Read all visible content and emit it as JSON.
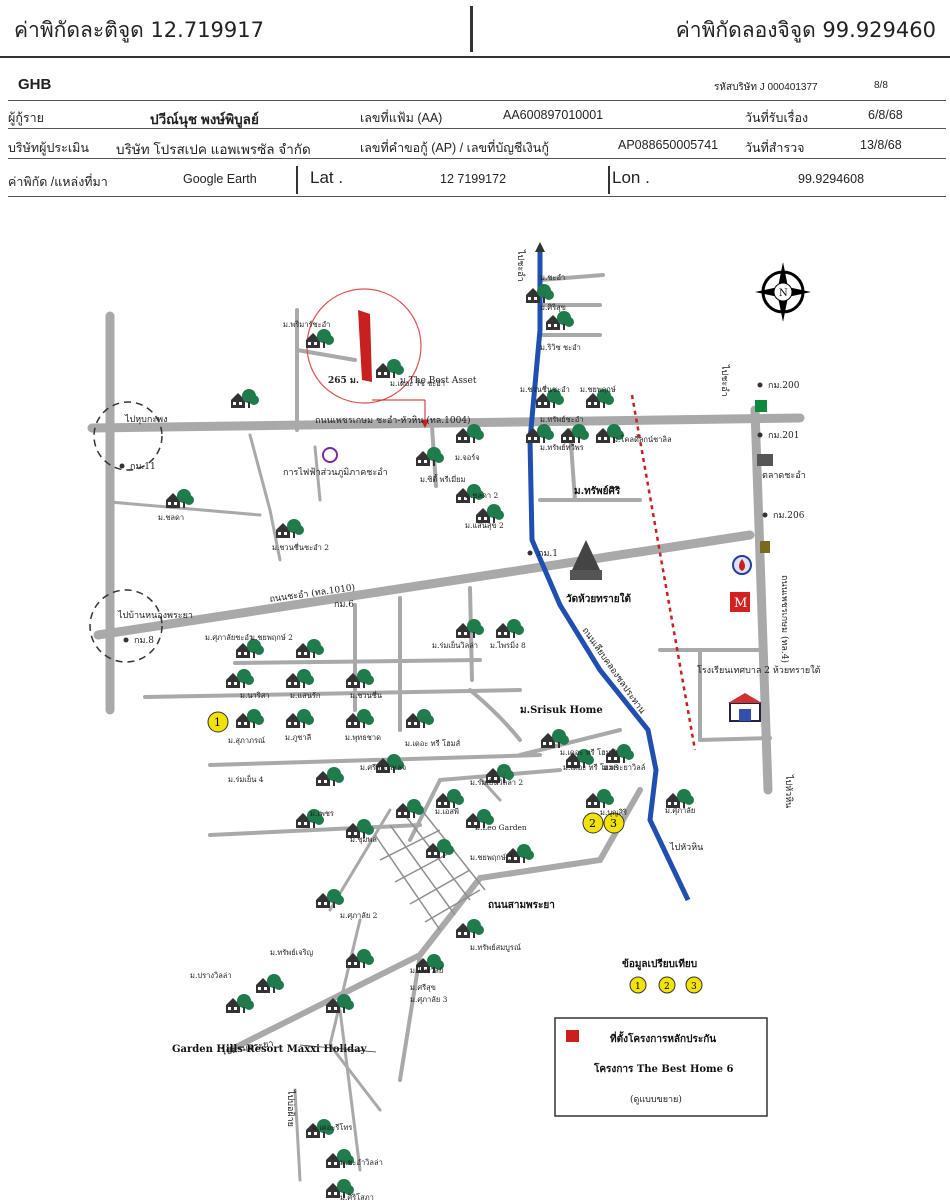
{
  "header": {
    "lat_text": "ค่าพิกัดละติจูด 12.719917",
    "lon_text": "ค่าพิกัดลองจิจูด 99.929460"
  },
  "form": {
    "bank": "GHB",
    "company_code": "รหัสบริษัท J 000401377",
    "page": "8/8",
    "borrower_label": "ผู้กู้ราย",
    "borrower_name": "ปวีณ์นุช พงษ์พิบูลย์",
    "file_no_label": "เลขที่แฟ้ม (AA)",
    "file_no": "AA600897010001",
    "received_label": "วันที่รับเรื่อง",
    "received_date": "6/8/68",
    "appraiser_label": "บริษัทผู้ประเมิน",
    "appraiser_name": "บริษัท โปรสเปค แอพเพรซัล จำกัด",
    "request_label": "เลขที่คำขอกู้ (AP) / เลขที่บัญชีเงินกู้",
    "request_no": "AP088650005741",
    "survey_label": "วันที่สำรวจ",
    "survey_date": "13/8/68",
    "coord_source_label": "ค่าพิกัด /แหล่งที่มา",
    "coord_source": "Google Earth",
    "lat_label": "Lat .",
    "lat_value": "12 7199172",
    "lon_label": "Lon .",
    "lon_value": "99.9294608"
  },
  "map": {
    "road_labels": {
      "petchkasem_top": "ถนนเพชรเกษม ชะอำ-หัวหิน (ทล.1004)",
      "road_1010": "ถนนชะอำ (ทล.1010)",
      "phetkasem_right": "ถนนเพชรเกษม (ทล.4)",
      "canal_road": "ถนนเลียบคลองชลประทาน",
      "anan": "ถนนสามพระยา",
      "dir_top": "ไปชะอำ",
      "dir_left1": "ไปหุบกะพง",
      "dir_left2": "ไปบ้านหนองพระยา",
      "dir_right_top": "ไปชะอำ",
      "dir_right_bottom": "ไปหัวหิน",
      "dir_bottom_left": "ไปสามพระยา",
      "dir_bottom": "ไปบ่อฝ้าย",
      "dir_canal": "ไปหัวหิน"
    },
    "km_labels": [
      "กม.200",
      "กม.201",
      "กม.206",
      "กม.11",
      "กม.8",
      "กม.1",
      "กม.6"
    ],
    "villages": [
      "ม.พริมาร์ชะอำ",
      "ม.ชะอำ",
      "ม.ศิริสุข",
      "ม.ริวิซ ชะอำ",
      "ม.เดอะ ริช ชะอำ",
      "ม.ชวนชื่นชะอำ",
      "ม.ชยพฤกษ์",
      "ม.โคลดี้ลกน์ชาลิล",
      "ม.ทรัพย์ทวีพร",
      "ม.ทรัพย์ชะอำ",
      "ม.จอร์จ",
      "ม.ซิตี้ พรีเมี่ยม",
      "ม.ชลดา 2",
      "ม.แสนสุข 2",
      "ม.ชวนชื่นชะอำ 2",
      "ม.ชลดา",
      "ม.ไพรมิ่ง 8",
      "ม.ร่มเย็นวิลล่า",
      "ม.ศุภาลัยชะอำ",
      "ม.ชยพฤกษ์ 2",
      "ม.นาริสา",
      "ม.แสนรัก",
      "ม.ชวนชื่น",
      "ม.สุภาภรณ์",
      "ม.ภูชาลี",
      "ม.พุทธชาด",
      "ม.เดอะ ทรี โฮมส์",
      "ม.เดอะ ทรี โฮม 9",
      "ม.เดอะ ทรี โฮมS",
      "ม.พระยาวิลล์",
      "ม.ศรีสุขวิลเลจ",
      "ม.ร่มเย็น 4",
      "ม.ร่มเย็นวิลล่า 2",
      "ม.เอสพี",
      "ม.เพชร",
      "ม.Leo Garden",
      "ม.ชุมพล",
      "ม.ชยพฤกษ์ 3",
      "ม.บุญสิริ",
      "ม.ศุภาลัย",
      "ม.ศุภาลัย 2",
      "ม.ไพรวัลย์",
      "ม.ทรัพย์เจริญ",
      "ม.ปรางวิลล่า",
      "ม.ศุภาลัย 3",
      "ม.ทรัพย์สมบูรณ์",
      "ม.ศรีสุข",
      "ม.เดอะรีโทร",
      "ม.ชะอำวิลล่า",
      "ม.ศิริโสภา"
    ],
    "landmarks": {
      "electric": "การไฟฟ้าส่วนภูมิภาคชะอำ",
      "temple": "วัดห้วยทรายใต้",
      "school": "โรงเรียนเทศบาล 2 ห้วยทรายใต้",
      "market": "ตลาดชะอำ",
      "srisuk": "ม.Srisuk Home",
      "leo": "ม.Leo Garden",
      "garden_hills": "Garden Hills Resort Maxxi Holiday",
      "sib": "ม.ทรัพย์ศิริ"
    },
    "site_distance": "265 ม.",
    "site_name": "ม.The Best Asset",
    "comparison_title": "ข้อมูลเปรียบเทียบ",
    "comparison_points": [
      "1",
      "2",
      "3"
    ],
    "legend_label": "ที่ตั้งโครงการหลักประกัน",
    "legend_project": "โครงการ The Best Home 6",
    "legend_note": "(ดูแบบขยาย)",
    "compass_letter": "N"
  },
  "colors": {
    "road": "#a9a9a9",
    "canal": "#1f4fb0",
    "tree": "#1f7a4c",
    "site": "#c8201e",
    "marker": "#f1e20a"
  }
}
